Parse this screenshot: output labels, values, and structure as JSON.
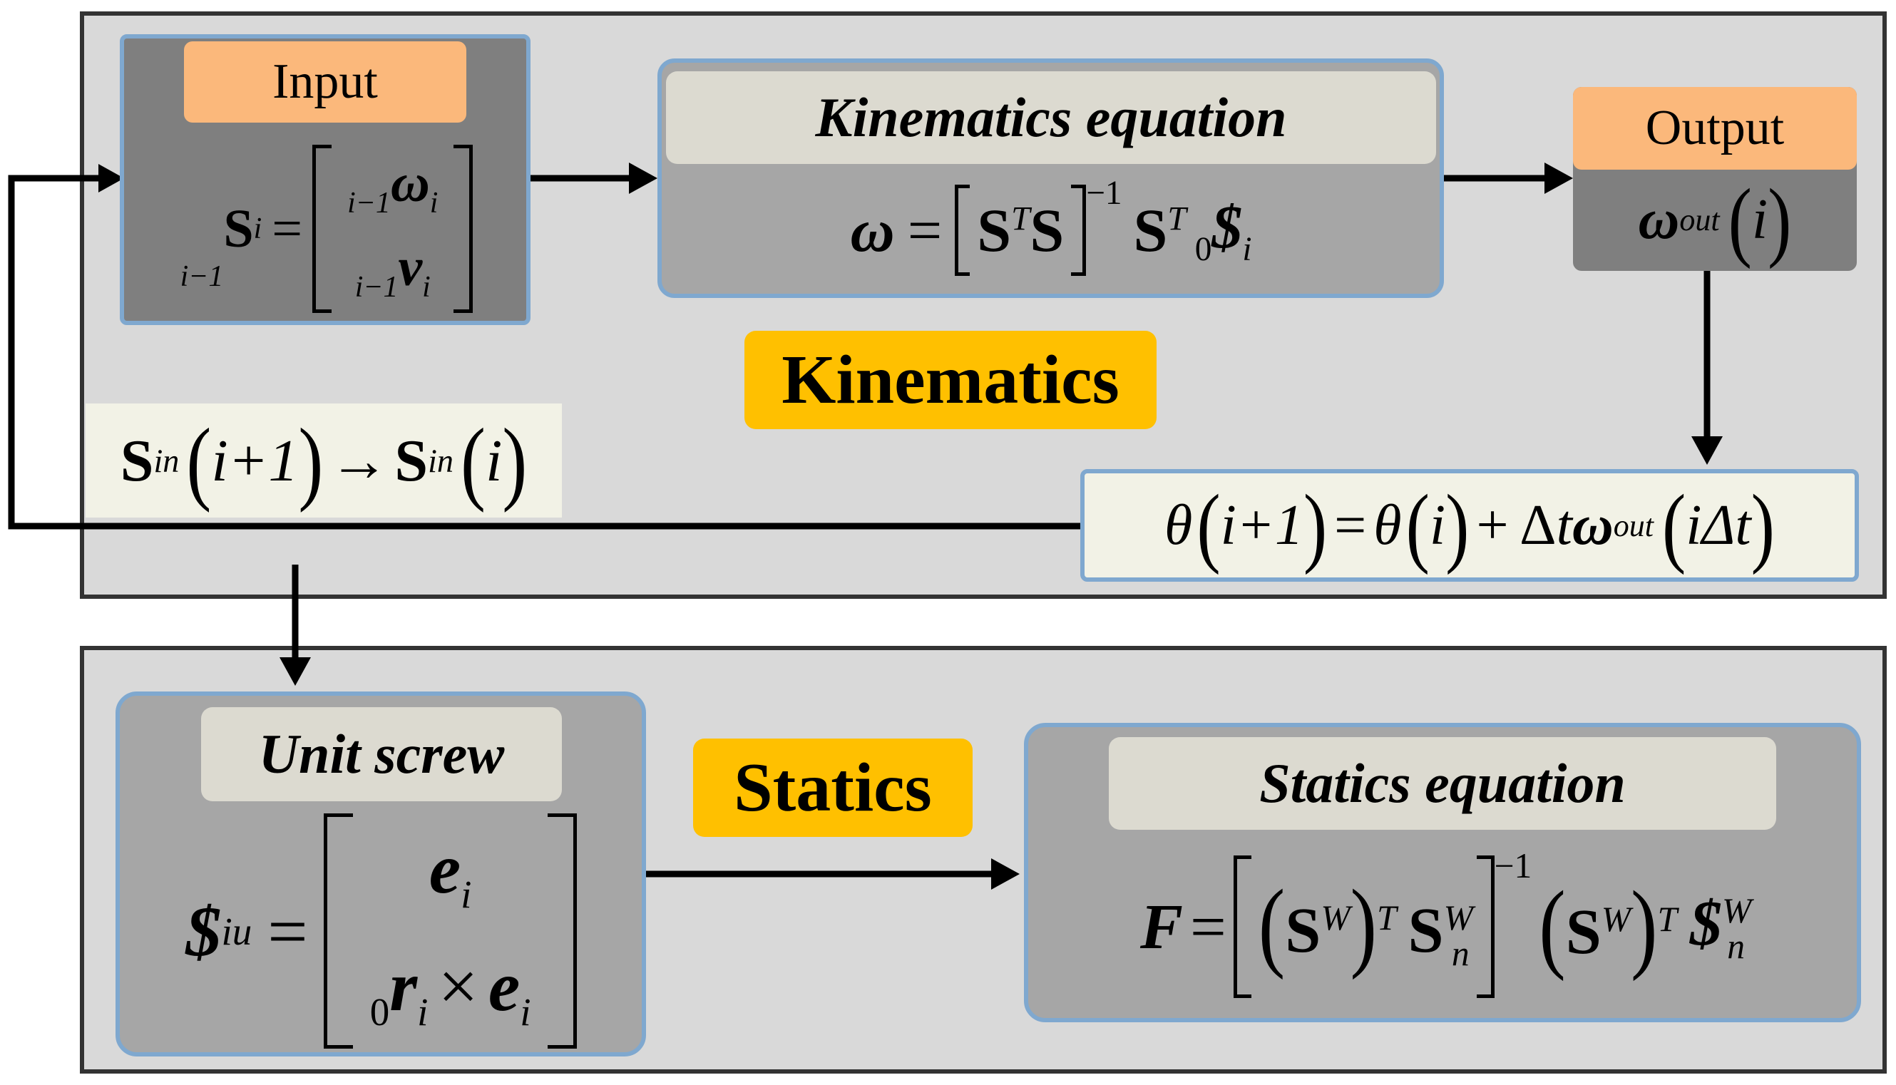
{
  "kinematics_panel": {
    "title": "Kinematics",
    "input": {
      "label": "Input",
      "lhs_pre": "i−1",
      "lhs_sym": "S",
      "lhs_sub": "i",
      "row1_pre": "i−1",
      "row1_sym": "ω",
      "row1_sub": "i",
      "row2_pre": "i−1",
      "row2_sym": "v",
      "row2_sub": "i"
    },
    "kin_equation": {
      "label": "Kinematics equation"
    },
    "output": {
      "label": "Output",
      "sym": "ω",
      "sub": "out",
      "arg": "i"
    },
    "update_label": {
      "s": "S",
      "sub": "in",
      "arg1": "i+1",
      "arrow": "→",
      "arg2": "i"
    },
    "theta_equation": {
      "theta": "θ",
      "arg1": "i+1",
      "eq": "=",
      "arg2": "i",
      "plus": "+ Δ",
      "t": "t",
      "w": "ω",
      "sub": "out",
      "arg3": "iΔt"
    }
  },
  "statics_panel": {
    "title": "Statics",
    "unit_screw": {
      "label": "Unit screw",
      "lhs_sym": "$",
      "lhs_sub": "iu",
      "row1_sym": "e",
      "row1_sub": "i",
      "row2_pre": "0",
      "row2_r": "r",
      "row2_rsub": "i",
      "row2_times": "×",
      "row2_e": "e",
      "row2_esub": "i"
    },
    "statics_equation": {
      "label": "Statics equation"
    }
  }
}
